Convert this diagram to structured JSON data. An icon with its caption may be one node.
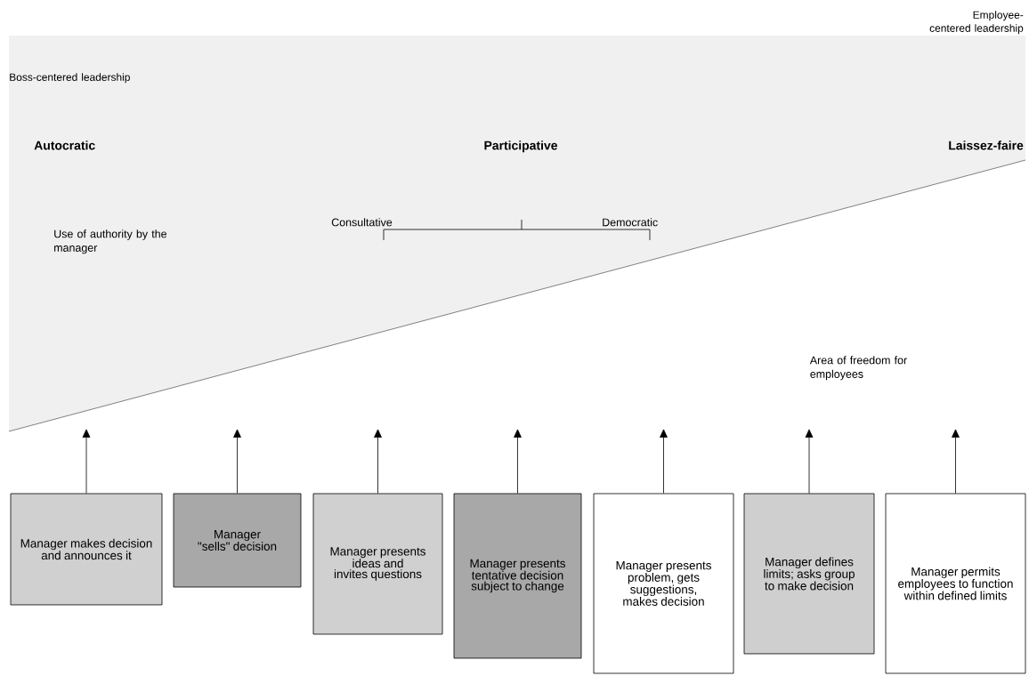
{
  "diagram": {
    "nodes": [
      {
        "text": [
          "Manager makes decision and announces it"
        ]
      },
      {
        "text": [
          "Manager \"sells\" decision"
        ]
      },
      {
        "text": [
          "Manager presents ideas and invites questions"
        ]
      },
      {
        "text": [
          "Manager presents tentative decision subject to change"
        ]
      },
      {
        "text": [
          "Manager presents problem, gets suggestions, makes decision"
        ]
      },
      {
        "text": [
          "Manager defines limits; asks group to make decision"
        ]
      },
      {
        "text": [
          "Manager permits employees to function within defined limits"
        ]
      }
    ],
    "edges": [
      {
        "from": 0,
        "to": null,
        "arrow": "to"
      },
      {
        "from": 1,
        "to": null,
        "arrow": "to"
      },
      {
        "from": 2,
        "to": null,
        "arrow": "to"
      },
      {
        "from": 3,
        "to": null,
        "arrow": "to"
      },
      {
        "from": 4,
        "to": null,
        "arrow": "to"
      },
      {
        "from": 5,
        "to": null,
        "arrow": "to"
      },
      {
        "from": 6,
        "to": null,
        "arrow": "to"
      }
    ],
    "labels": [
      "Employee-centered leadership",
      "Boss-centered leadership",
      "Autocratic",
      "Participative",
      "Laissez-faire",
      "Consultative",
      "Democratic",
      "Use of authority by the manager",
      "Area of freedom for employees"
    ]
  }
}
